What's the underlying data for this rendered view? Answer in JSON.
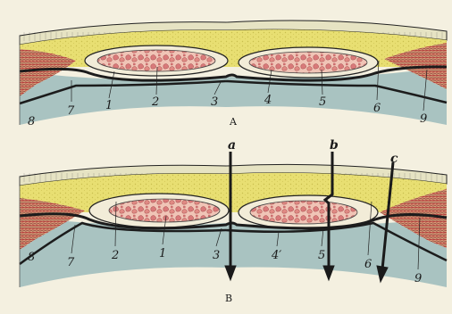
{
  "figure_a": {
    "caption": "A",
    "labels": [
      "8",
      "7",
      "1",
      "2",
      "3",
      "4",
      "5",
      "6",
      "9"
    ]
  },
  "figure_b": {
    "caption": "B",
    "labels": [
      "8",
      "7",
      "2",
      "1",
      "3",
      "4′",
      "5",
      "6",
      "9"
    ],
    "arrows": [
      "a",
      "b",
      "c"
    ]
  },
  "colors": {
    "paper": "#f4f0e0",
    "skin": "#e6e3c3",
    "fat": "#e8df72",
    "muscle_fill": "#f0cdb4",
    "muscle_tissue": "#d98a8a",
    "peritoneum": "#1c1c1c",
    "cavity": "#a9c3c1",
    "red_fibers": "#b33a3a"
  }
}
